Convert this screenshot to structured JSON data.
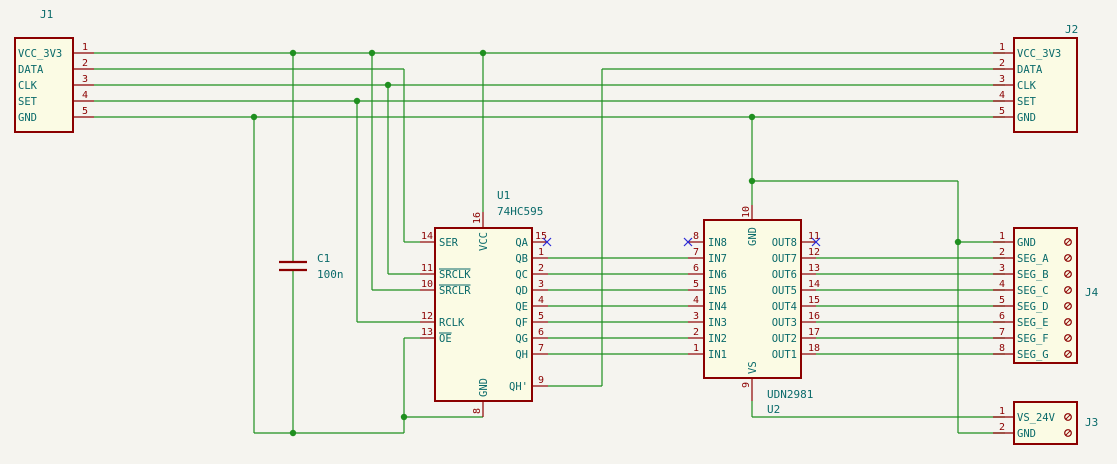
{
  "colors": {
    "wire": "#1f8f1f",
    "component": "#8b0000",
    "text": "#0a6a6a",
    "fill": "#fbfbe4",
    "no_connect": "#2b2bd8",
    "background": "#f5f4ef"
  },
  "J1": {
    "ref": "J1",
    "pins": [
      {
        "num": "1",
        "name": "VCC_3V3"
      },
      {
        "num": "2",
        "name": "DATA"
      },
      {
        "num": "3",
        "name": "CLK"
      },
      {
        "num": "4",
        "name": "SET"
      },
      {
        "num": "5",
        "name": "GND"
      }
    ]
  },
  "J2": {
    "ref": "J2",
    "pins": [
      {
        "num": "1",
        "name": "VCC_3V3"
      },
      {
        "num": "2",
        "name": "DATA"
      },
      {
        "num": "3",
        "name": "CLK"
      },
      {
        "num": "4",
        "name": "SET"
      },
      {
        "num": "5",
        "name": "GND"
      }
    ]
  },
  "J3": {
    "ref": "J3",
    "pins": [
      {
        "num": "1",
        "name": "VS_24V"
      },
      {
        "num": "2",
        "name": "GND"
      }
    ]
  },
  "J4": {
    "ref": "J4",
    "pins": [
      {
        "num": "1",
        "name": "GND"
      },
      {
        "num": "2",
        "name": "SEG_A"
      },
      {
        "num": "3",
        "name": "SEG_B"
      },
      {
        "num": "4",
        "name": "SEG_C"
      },
      {
        "num": "5",
        "name": "SEG_D"
      },
      {
        "num": "6",
        "name": "SEG_E"
      },
      {
        "num": "7",
        "name": "SEG_F"
      },
      {
        "num": "8",
        "name": "SEG_G"
      }
    ]
  },
  "C1": {
    "ref": "C1",
    "value": "100n"
  },
  "U1": {
    "ref": "U1",
    "value": "74HC595",
    "left_pins": [
      {
        "num": "14",
        "name": "SER"
      },
      {
        "num": "11",
        "name": "SRCLK"
      },
      {
        "num": "10",
        "name": "SRCLR"
      },
      {
        "num": "12",
        "name": "RCLK"
      },
      {
        "num": "13",
        "name": "OE"
      }
    ],
    "right_pins": [
      {
        "num": "15",
        "name": "QA"
      },
      {
        "num": "1",
        "name": "QB"
      },
      {
        "num": "2",
        "name": "QC"
      },
      {
        "num": "3",
        "name": "QD"
      },
      {
        "num": "4",
        "name": "QE"
      },
      {
        "num": "5",
        "name": "QF"
      },
      {
        "num": "6",
        "name": "QG"
      },
      {
        "num": "7",
        "name": "QH"
      },
      {
        "num": "9",
        "name": "QH'"
      }
    ],
    "top_pin": {
      "num": "16",
      "name": "VCC"
    },
    "bottom_pin": {
      "num": "8",
      "name": "GND"
    }
  },
  "U2": {
    "ref": "U2",
    "value": "UDN2981",
    "left_pins": [
      {
        "num": "8",
        "name": "IN8"
      },
      {
        "num": "7",
        "name": "IN7"
      },
      {
        "num": "6",
        "name": "IN6"
      },
      {
        "num": "5",
        "name": "IN5"
      },
      {
        "num": "4",
        "name": "IN4"
      },
      {
        "num": "3",
        "name": "IN3"
      },
      {
        "num": "2",
        "name": "IN2"
      },
      {
        "num": "1",
        "name": "IN1"
      }
    ],
    "right_pins": [
      {
        "num": "11",
        "name": "OUT8"
      },
      {
        "num": "12",
        "name": "OUT7"
      },
      {
        "num": "13",
        "name": "OUT6"
      },
      {
        "num": "14",
        "name": "OUT5"
      },
      {
        "num": "15",
        "name": "OUT4"
      },
      {
        "num": "16",
        "name": "OUT3"
      },
      {
        "num": "17",
        "name": "OUT2"
      },
      {
        "num": "18",
        "name": "OUT1"
      }
    ],
    "top_pin": {
      "num": "10",
      "name": "GND"
    },
    "bottom_pin": {
      "num": "9",
      "name": "VS"
    }
  }
}
